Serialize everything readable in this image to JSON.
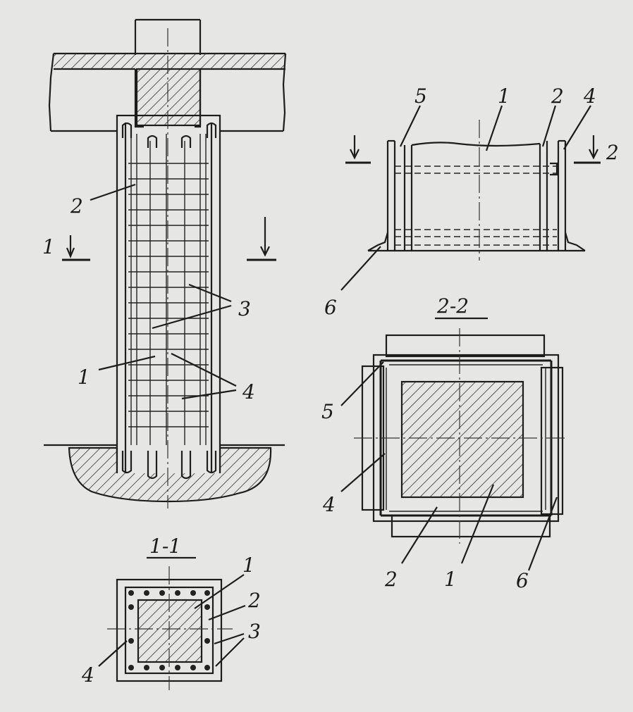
{
  "sections": {
    "section_1_1": "1-1",
    "section_2_2": "2-2"
  },
  "cut_marks": {
    "left_1": "1",
    "right_2": "2"
  },
  "elevation_labels": {
    "l2": "2",
    "l3": "3",
    "l1": "1",
    "l4": "4"
  },
  "detail_labels": {
    "d5": "5",
    "d1": "1",
    "d2": "2",
    "d4": "4",
    "d6": "6"
  },
  "section22_labels": {
    "s5": "5",
    "s4": "4",
    "s2": "2",
    "s1": "1",
    "s6": "6"
  },
  "section11_labels": {
    "t1": "1",
    "t2": "2",
    "t3": "3",
    "t4": "4"
  }
}
